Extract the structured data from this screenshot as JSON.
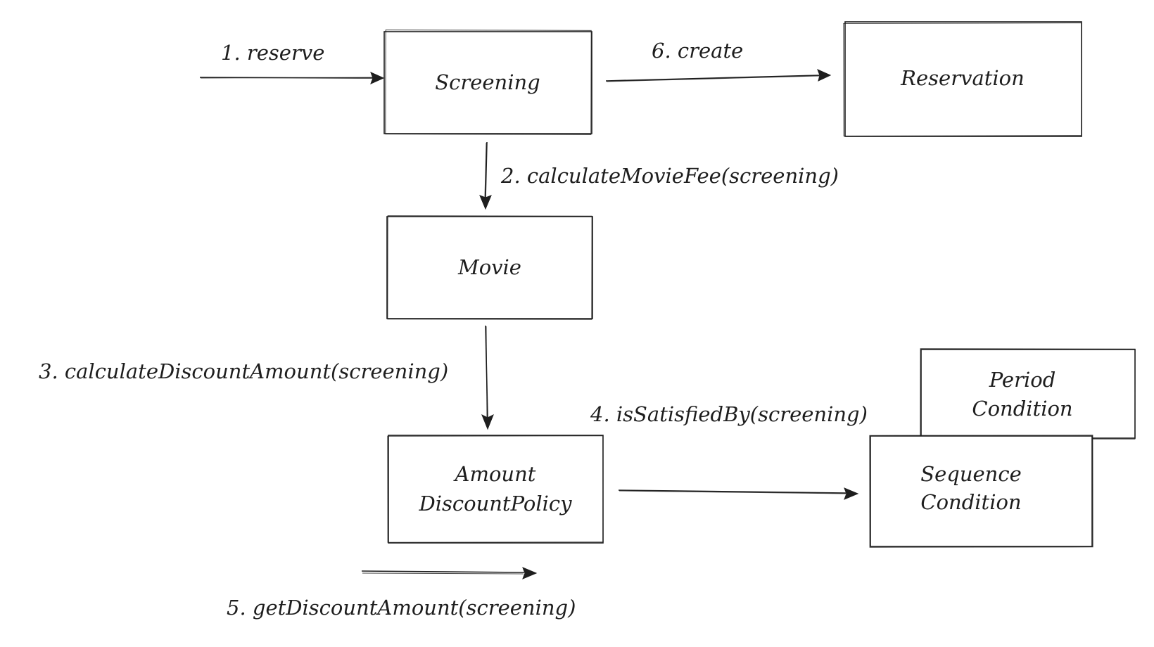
{
  "nodes": {
    "screening": {
      "label": "Screening"
    },
    "reservation": {
      "label": "Reservation"
    },
    "movie": {
      "label": "Movie"
    },
    "amount_discount_policy": {
      "line1": "Amount",
      "line2": "DiscountPolicy"
    },
    "period_condition": {
      "line1": "Period",
      "line2": "Condition"
    },
    "sequence_condition": {
      "line1": "Sequence",
      "line2": "Condition"
    }
  },
  "edges": {
    "reserve": {
      "label": "1. reserve"
    },
    "calculate_movie_fee": {
      "label": "2. calculateMovieFee(screening)"
    },
    "calculate_discount_amount": {
      "label": "3. calculateDiscountAmount(screening)"
    },
    "is_satisfied_by": {
      "label": "4. isSatisfiedBy(screening)"
    },
    "get_discount_amount": {
      "label": "5. getDiscountAmount(screening)"
    },
    "create": {
      "label": "6. create"
    }
  },
  "colors": {
    "stroke": "#1e1e1e",
    "background": "#ffffff"
  }
}
